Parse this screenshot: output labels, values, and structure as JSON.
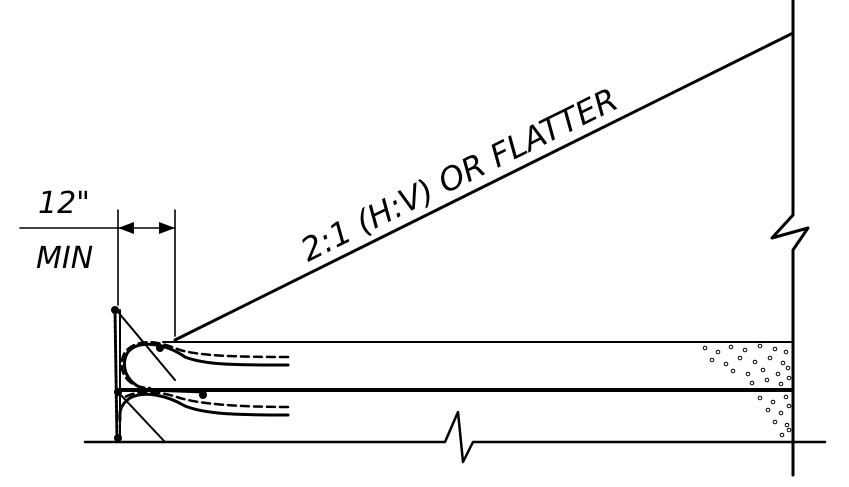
{
  "colors": {
    "ink": "#000000",
    "background": "#ffffff"
  },
  "labels": {
    "dimension_value": "12\"",
    "dimension_qualifier": "MIN",
    "slope_note": "2:1 (H:V) OR FLATTER"
  }
}
